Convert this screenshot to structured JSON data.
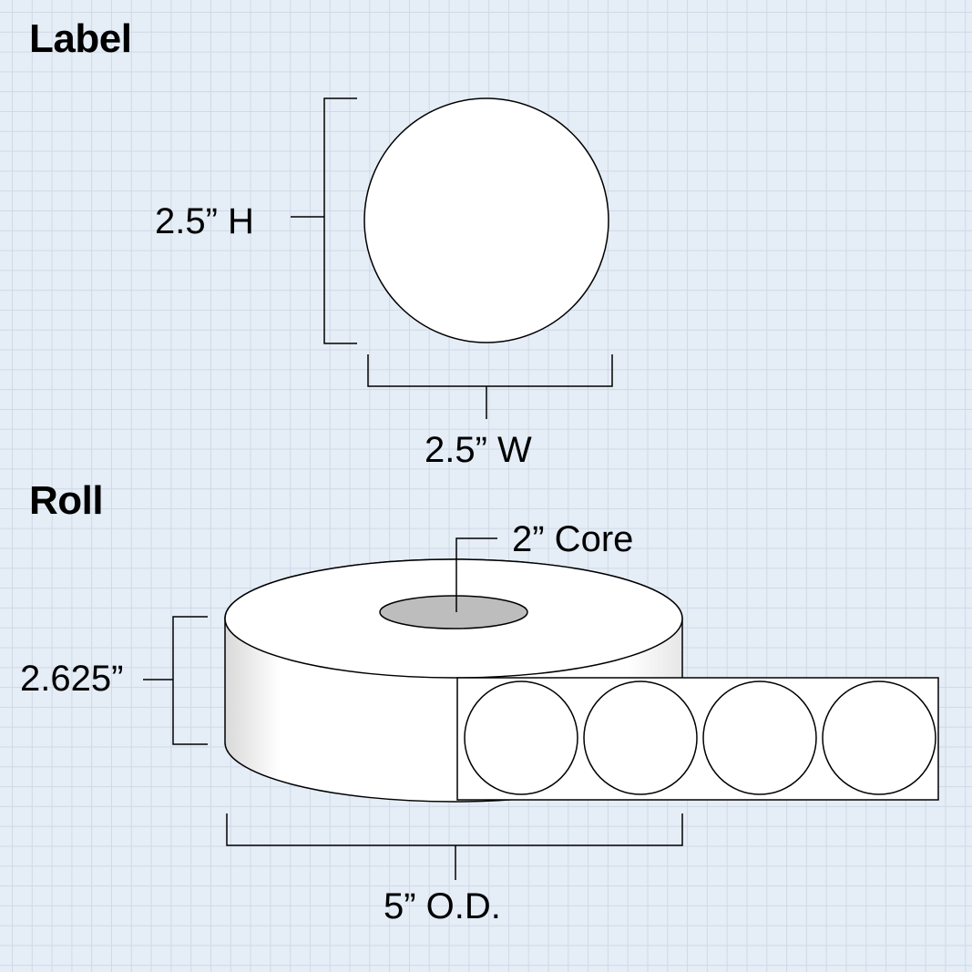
{
  "label_section": {
    "title": "Label",
    "height_text": "2.5” H",
    "width_text": "2.5” W"
  },
  "roll_section": {
    "title": "Roll",
    "core_text": "2” Core",
    "height_text": "2.625”",
    "od_text": "5” O.D.",
    "visible_labels_on_strip": 4
  },
  "colors": {
    "background": "#e5edf6",
    "grid": "#cfd9e6",
    "label_fill": "#ffffff",
    "core_fill": "#bdbdbd",
    "line": "#000000"
  }
}
